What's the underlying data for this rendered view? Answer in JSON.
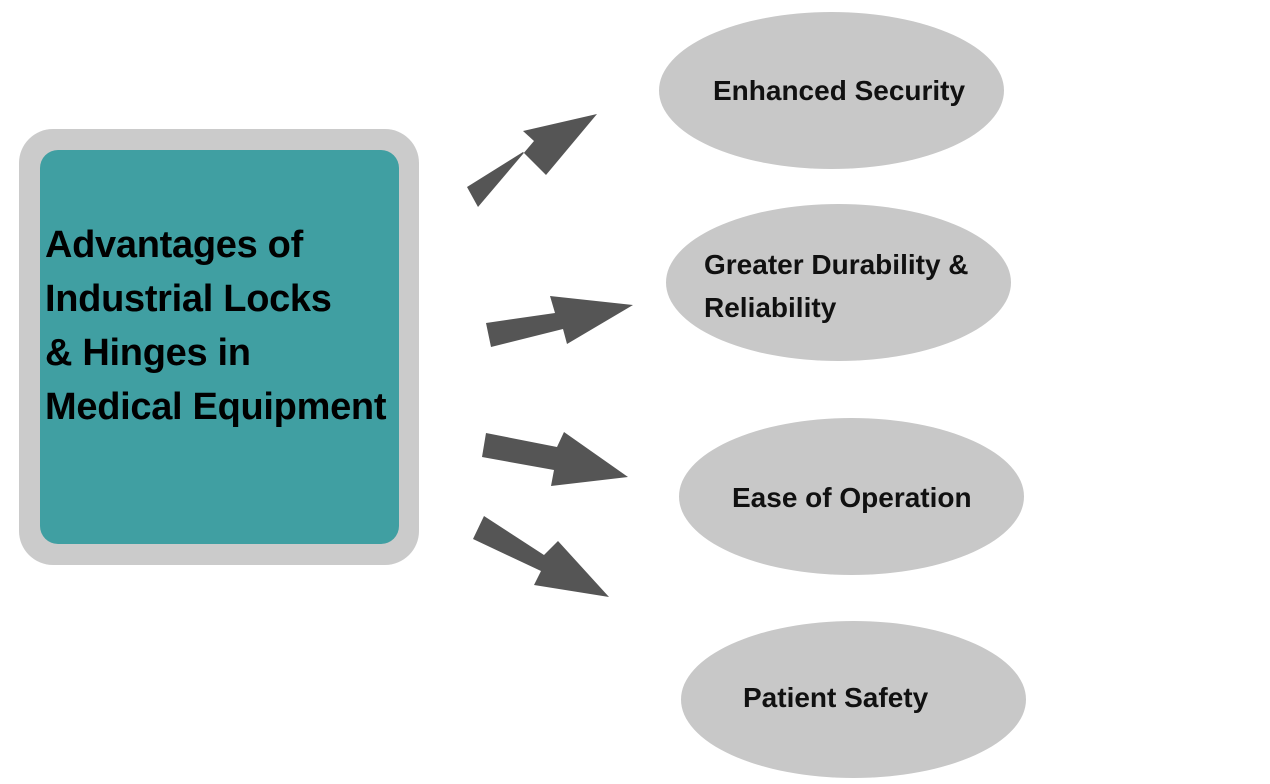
{
  "diagram": {
    "source": {
      "title_lines": [
        "Advantages of",
        "Industrial Locks",
        "& Hinges in",
        "Medical Equipment"
      ],
      "fill_color": "#409fa2",
      "border_color": "#cbcbcb"
    },
    "arrow_color": "#555555",
    "oval_color": "#c8c8c8",
    "advantages": [
      {
        "lines": [
          "Enhanced Security"
        ]
      },
      {
        "lines": [
          "Greater Durability &",
          "Reliability"
        ]
      },
      {
        "lines": [
          "Ease of Operation"
        ]
      },
      {
        "lines": [
          "Patient Safety"
        ]
      }
    ]
  }
}
